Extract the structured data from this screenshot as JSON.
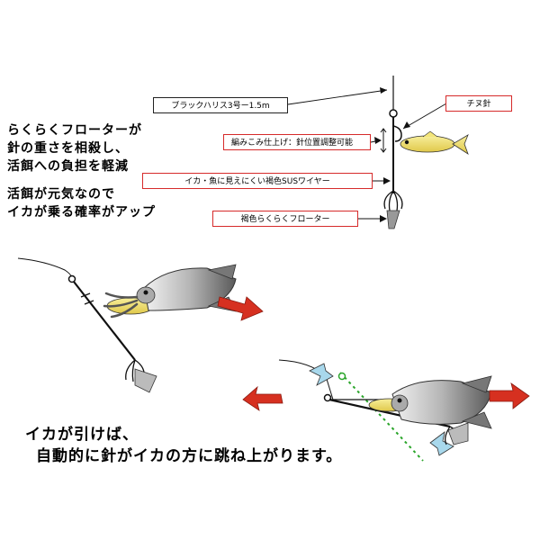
{
  "labels": {
    "harisu": "ブラックハリス3号ー1.5m",
    "chinu": "チヌ針",
    "amikomi": "編みこみ仕上げ：針位置調整可能",
    "wire": "イカ・魚に見えにくい褐色SUSワイヤー",
    "floater": "褐色らくらくフローター"
  },
  "headline": {
    "line1": "らくらくフローターが",
    "line2": "針の重さを相殺し、",
    "line3": "活餌への負担を軽減",
    "line4": "活餌が元気なので",
    "line5": "イカが乗る確率がアップ"
  },
  "caption": {
    "line1": "イカが引けば、",
    "line2": "自動的に針がイカの方に跳ね上がります。"
  },
  "colors": {
    "red_arrow": "#d63020",
    "blue_arrow": "#a8d8ec",
    "green_dots": "#2aa52a",
    "bait_fish": "#f3e57a",
    "squid": "#c9c9c9"
  }
}
